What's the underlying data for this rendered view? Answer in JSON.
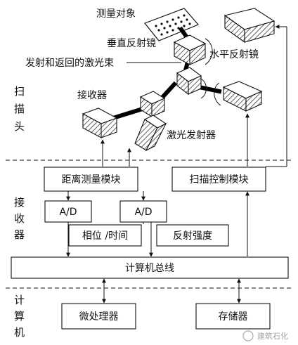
{
  "section_labels": {
    "scan_head": [
      "扫",
      "描",
      "头"
    ],
    "receiver": [
      "接",
      "收",
      "器"
    ],
    "computer": [
      "计",
      "算",
      "机"
    ]
  },
  "components": {
    "measured_object": "测量对象",
    "vertical_mirror": "垂直反射镜",
    "emitted_returned_beam": "发射和返回的激光束",
    "horizontal_mirror": "水平反射镜",
    "receiver_unit": "接收器",
    "laser_emitter": "激光发射器"
  },
  "modules": {
    "distance_measure": "距离测量模块",
    "scan_control": "扫描控制模块",
    "ad_1": "A/D",
    "ad_2": "A/D",
    "phase_time": "相位 /时间",
    "reflect_strength": "反射强度",
    "computer_bus": "计算机总线",
    "microprocessor": "微处理器",
    "storage": "存储器"
  },
  "watermark": "建筑石化",
  "colors": {
    "line": "#111111",
    "background": "#ffffff"
  }
}
